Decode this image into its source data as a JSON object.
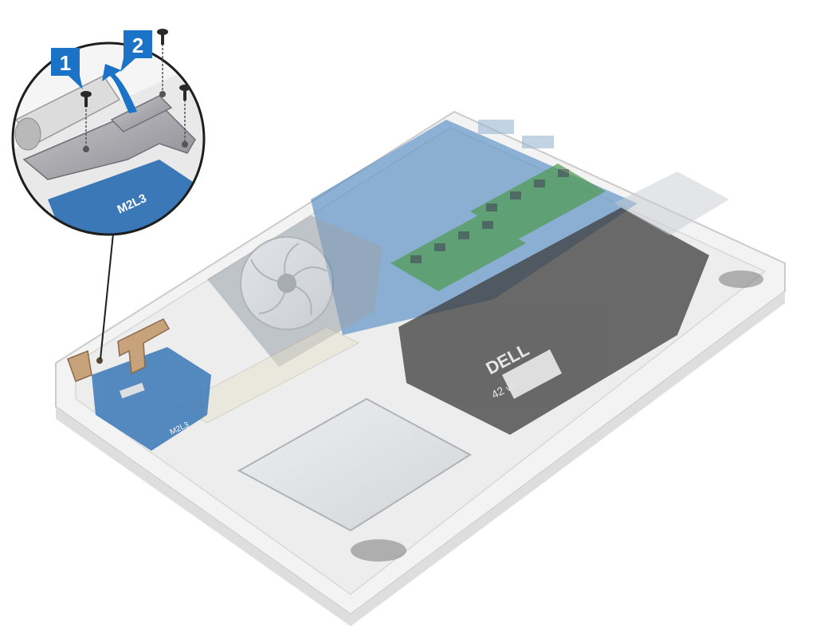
{
  "steps": [
    {
      "number": "1"
    },
    {
      "number": "2"
    }
  ],
  "labels": {
    "screw_label_callout": "M2L3",
    "screw_label_board": "M2L3",
    "battery_capacity": "42",
    "battery_capacity_unit": "Wh",
    "battery_brand": "DELL"
  },
  "colors": {
    "step_badge": "#1a73c6",
    "arrow": "#1a73c6",
    "hinge_metal": "#9a9aa0",
    "io_board": "#3a78b8",
    "motherboard": "#4a86c0",
    "memory_module": "#4f9a4f",
    "chassis": "#f2f2f2",
    "battery": "#3c3c3c"
  }
}
